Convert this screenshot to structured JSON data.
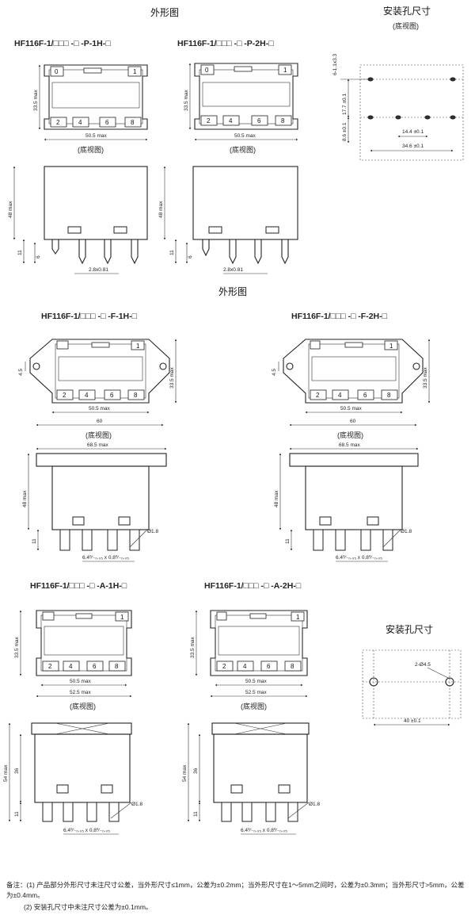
{
  "headings": {
    "outline_1": "外形图",
    "outline_2": "外形图",
    "mount_1": "安装孔尺寸",
    "mount_1_sub": "(底视图)",
    "mount_2": "安装孔尺寸"
  },
  "models": {
    "p1h": "HF116F-1/□□□ -□ -P-1H-□",
    "p2h": "HF116F-1/□□□ -□ -P-2H-□",
    "f1h": "HF116F-1/□□□ -□ -F-1H-□",
    "f2h": "HF116F-1/□□□ -□ -F-2H-□",
    "a1h": "HF116F-1/□□□ -□ -A-1H-□",
    "a2h": "HF116F-1/□□□ -□ -A-2H-□"
  },
  "bottom_view_caption": "(底视图)",
  "pins": {
    "p0": "0",
    "p1": "1",
    "p2": "2",
    "p4": "4",
    "p6": "6",
    "p8": "8"
  },
  "dims": {
    "w505": "50.5 max",
    "h335": "33.5 max",
    "h48": "48 max",
    "h54": "54 max",
    "d11": "11",
    "d6": "6",
    "d36": "36",
    "pin28": "2.8x0.81",
    "w60": "60",
    "w685": "68.5 max",
    "d45": "4.5",
    "w525": "52.5 max",
    "dia18": "Ø1.8",
    "tab64": "6.4⁰⁄₋₀.₀₅ x 0.8⁰⁄₋₀.₀₅",
    "holes_y": "6-1.1x3.3",
    "h177": "17.7 ±0.1",
    "h86": "8.6 ±0.1",
    "w144": "14.4 ±0.1",
    "w346": "34.6 ±0.1",
    "dia45": "2-Ø4.5",
    "w40": "40 ±0.1"
  },
  "notes": {
    "line1": "备注：(1) 产品部分外形尺寸未注尺寸公差，当外形尺寸≤1mm，公差为±0.2mm；当外形尺寸在1～5mm之间时，公差为±0.3mm；当外形尺寸>5mm，公差为±0.4mm。",
    "line2": "(2) 安装孔尺寸中未注尺寸公差为±0.1mm。"
  }
}
